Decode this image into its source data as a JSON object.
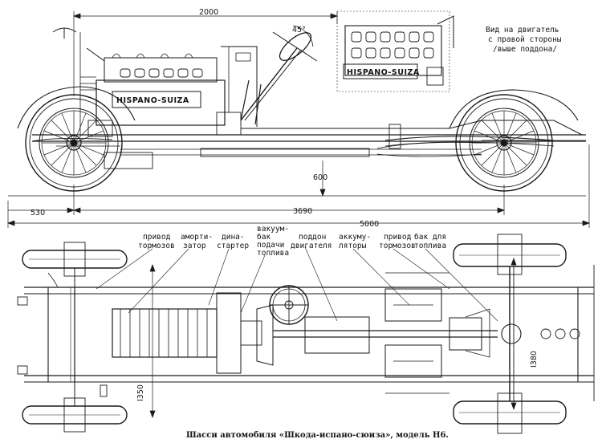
{
  "caption": "Шасси автомобиля «Шкода-испано-сюиза», модель Н6.",
  "engine_view_note": [
    "Вид на двигатель",
    "с правой стороны",
    "/выше поддона/"
  ],
  "brand_label": "HISPANO-SUIZA",
  "dimensions": {
    "overall_top": "2000",
    "steering_angle": "45°",
    "mid": "600",
    "rear_overhang": "530",
    "wheelbase": "3690",
    "overall_length": "5000",
    "front_track": "I350",
    "rear_track": "I380"
  },
  "callouts": {
    "brake_drive_left": [
      "привод",
      "тормозов"
    ],
    "shock_absorber": [
      "аморти-",
      "затор"
    ],
    "dynastarter": [
      "дина-",
      "стартер"
    ],
    "vacuum_tank": [
      "вакуум-",
      "бак",
      "подачи",
      "топлива"
    ],
    "oil_pan": [
      "поддон",
      "двигателя"
    ],
    "battery": [
      "аккуму-",
      "ляторы"
    ],
    "brake_drive_right": [
      "привод",
      "тормозов"
    ],
    "fuel_tank": [
      "бак для",
      "топлива"
    ]
  },
  "colors": {
    "ink": "#1a1a1a",
    "paper": "#ffffff"
  }
}
